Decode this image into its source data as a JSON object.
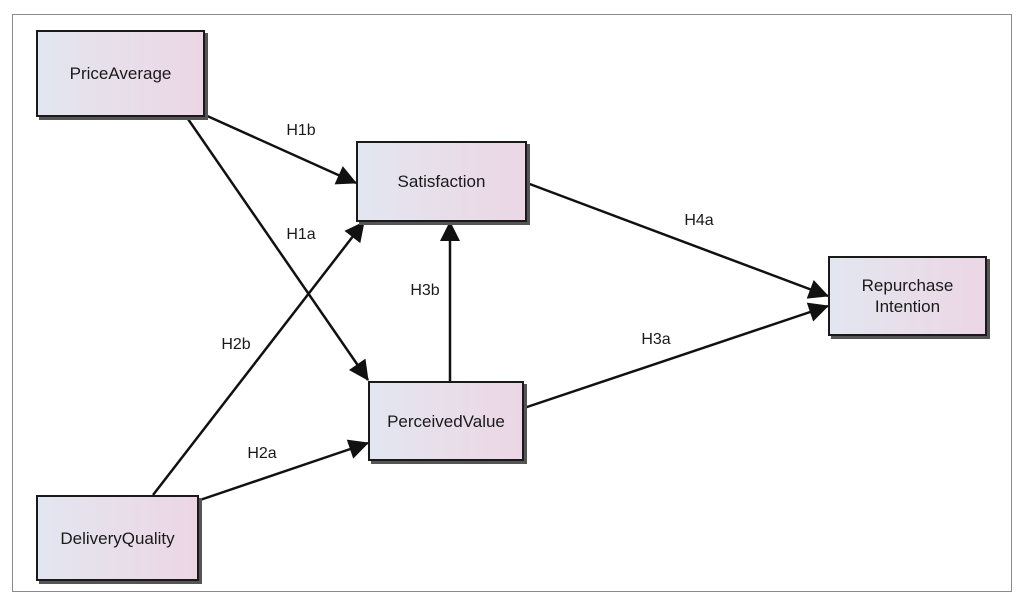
{
  "nodes": {
    "price_average": "PriceAverage",
    "satisfaction": "Satisfaction",
    "repurchase_intention": "Repurchase\nIntention",
    "perceived_value": "PerceivedValue",
    "delivery_quality": "DeliveryQuality"
  },
  "edges": {
    "h1b": "H1b",
    "h1a": "H1a",
    "h2b": "H2b",
    "h2a": "H2a",
    "h3b": "H3b",
    "h3a": "H3a",
    "h4a": "H4a"
  }
}
